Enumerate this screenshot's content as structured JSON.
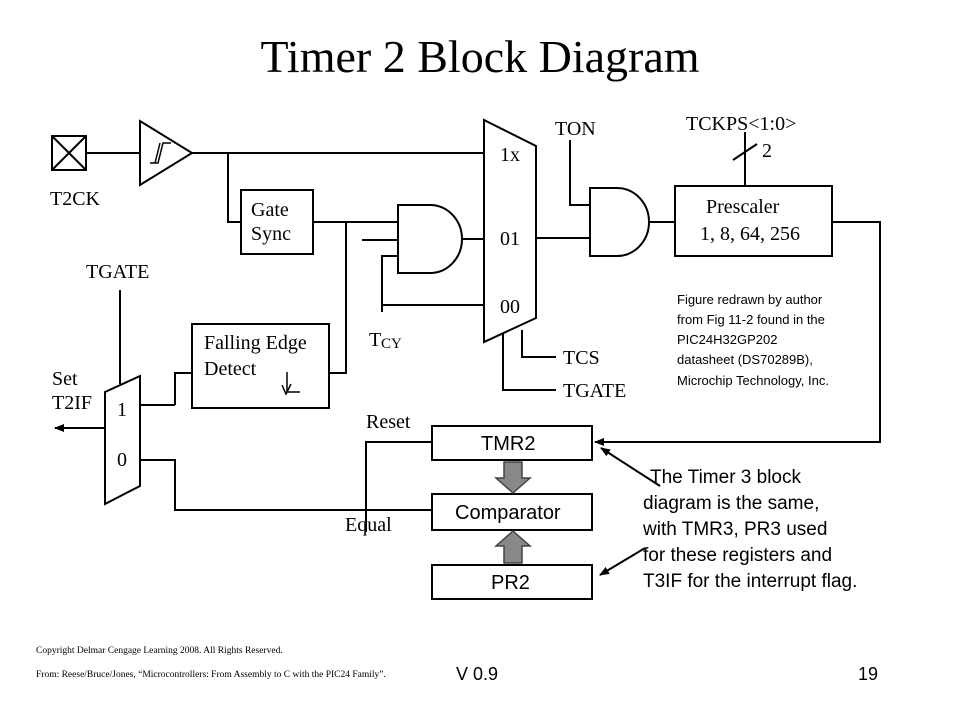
{
  "title": "Timer 2 Block Diagram",
  "labels": {
    "t2ck": "T2CK",
    "tgate_top": "TGATE",
    "set": "Set",
    "t2if": "T2IF",
    "gate_sync_1": "Gate",
    "gate_sync_2": "Sync",
    "falling_edge_1": "Falling Edge",
    "falling_edge_2": "Detect",
    "tcy_t": "T",
    "tcy_cy": "CY",
    "mux_1x": "1x",
    "mux_01": "01",
    "mux_00": "00",
    "tcs": "TCS",
    "tgate_bottom": "TGATE",
    "ton": "TON",
    "tckps": "TCKPS<1:0>",
    "bus_width": "2",
    "prescaler_1": "Prescaler",
    "prescaler_2": "1, 8, 64, 256",
    "mux2_1": "1",
    "mux2_0": "0",
    "reset": "Reset",
    "equal": "Equal",
    "tmr2": "TMR2",
    "comparator": "Comparator",
    "pr2": "PR2"
  },
  "note": [
    "Figure redrawn by author",
    "from Fig 11-2 found in the",
    "PIC24H32GP202",
    "datasheet (DS70289B),",
    "Microchip Technology, Inc."
  ],
  "callout": [
    "The Timer 3 block",
    "diagram is the same,",
    "with TMR3, PR3 used",
    "for these registers and",
    "T3IF for the interrupt flag."
  ],
  "footer": {
    "copyright": "Copyright Delmar Cengage Learning 2008. All Rights Reserved.",
    "source": "From: Reese/Bruce/Jones, “Microcontrollers: From Assembly to C with the PIC24 Family”.",
    "version": "V 0.9",
    "page": "19"
  }
}
